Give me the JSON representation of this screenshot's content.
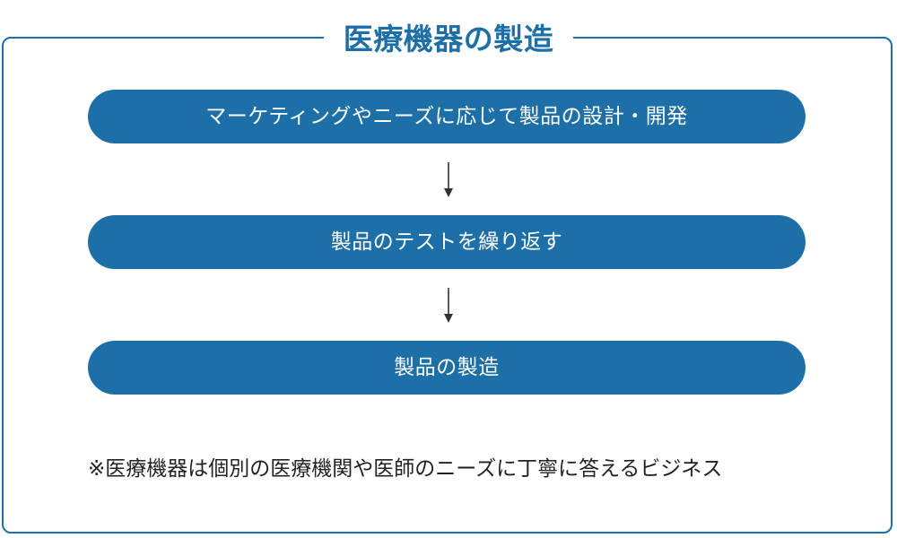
{
  "diagram": {
    "title": "医療機器の製造",
    "steps": [
      "マーケティングやニーズに応じて製品の設計・開発",
      "製品のテストを繰り返す",
      "製品の製造"
    ],
    "note": "※医療機器は個別の医療機関や医師のニーズに丁寧に答えるビジネス"
  },
  "colors": {
    "accent": "#1d6fa8",
    "step_text": "#ffffff",
    "note_text": "#222222",
    "arrow": "#333333"
  },
  "icons": {
    "connector": "arrow-down-icon"
  }
}
